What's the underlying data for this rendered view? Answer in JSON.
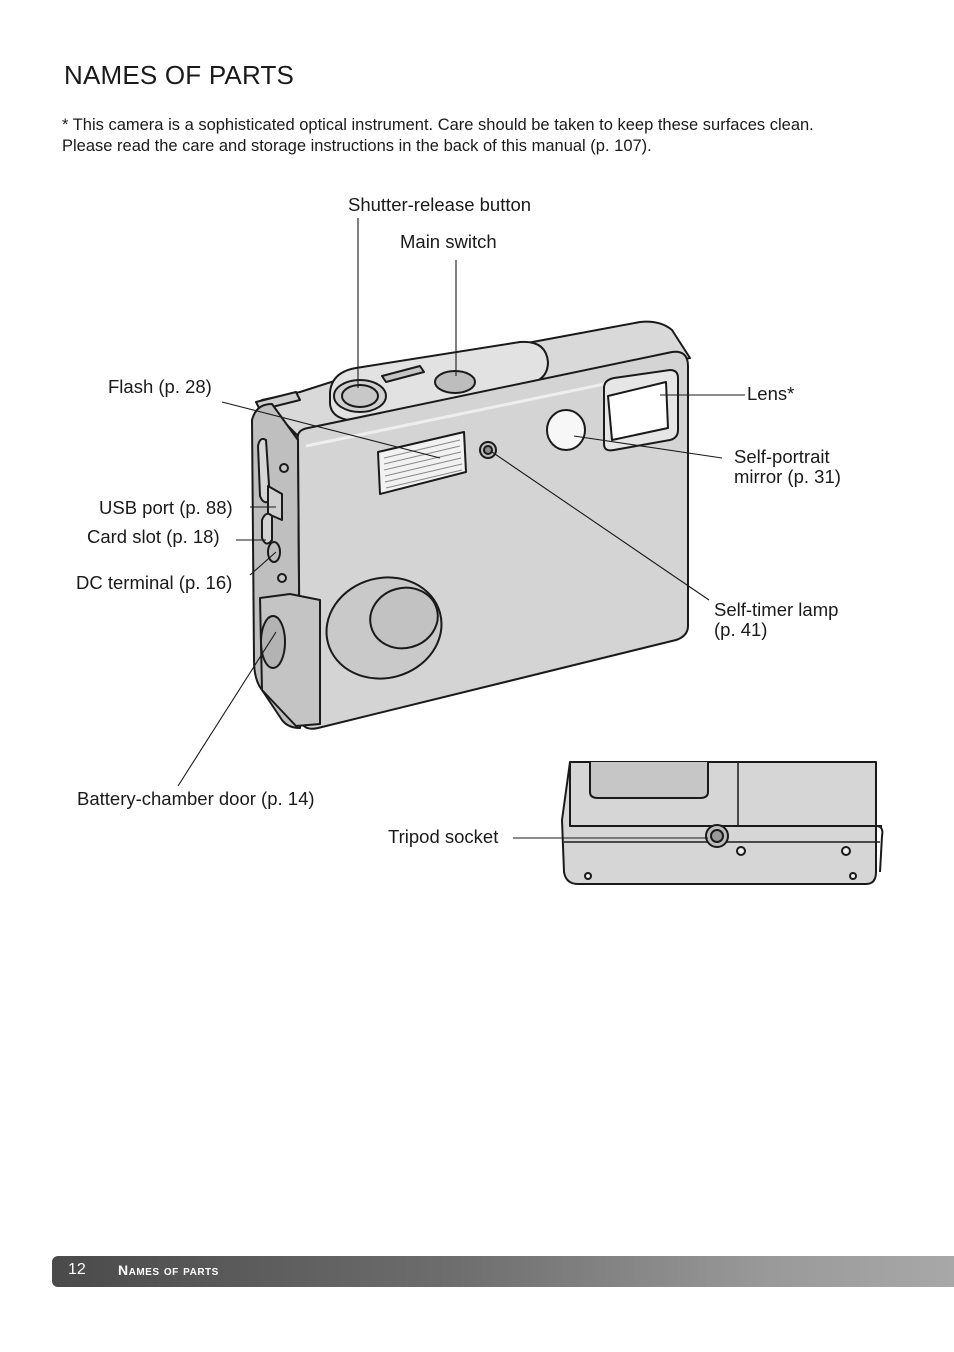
{
  "page": {
    "title": "NAMES OF PARTS",
    "intro": "* This camera is a sophisticated optical instrument. Care should be taken to keep these surfaces clean. Please read the care and storage instructions in the back of this manual (p. 107)."
  },
  "labels": {
    "shutter": "Shutter-release button",
    "main_switch": "Main switch",
    "flash": "Flash (p. 28)",
    "lens": "Lens*",
    "mirror_1": "Self-portrait",
    "mirror_2": "mirror (p. 31)",
    "usb": "USB port (p. 88)",
    "card": "Card slot (p. 18)",
    "dc": "DC terminal (p. 16)",
    "timer_1": "Self-timer lamp",
    "timer_2": "(p. 41)",
    "battery": "Battery-chamber door (p. 14)",
    "tripod": "Tripod socket"
  },
  "footer": {
    "page_number": "12",
    "section": "Names of parts"
  }
}
